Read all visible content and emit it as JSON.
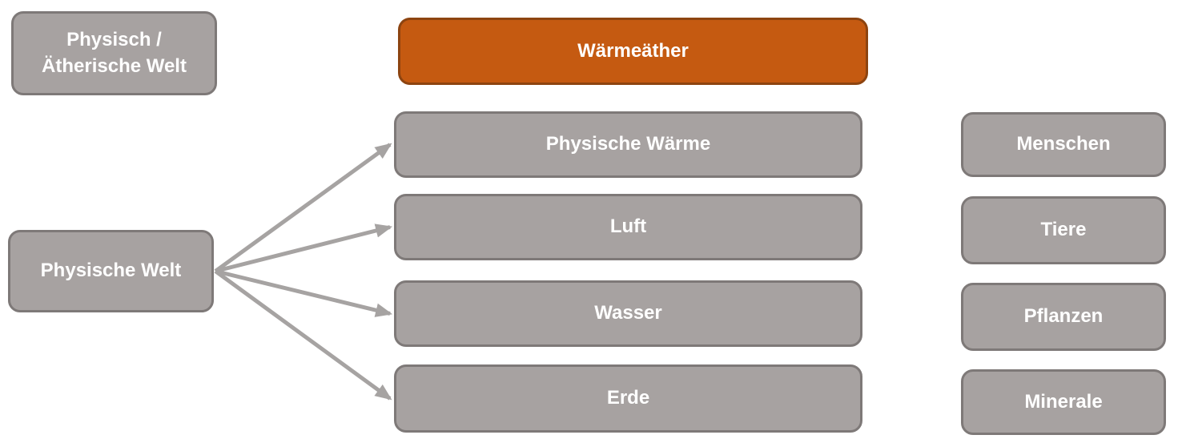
{
  "diagram": {
    "nodes": {
      "physisch_aetherische_welt": {
        "label": "Physisch / Ätherische Welt"
      },
      "physische_welt": {
        "label": "Physische Welt"
      },
      "waermeaether": {
        "label": "Wärmeäther",
        "highlighted": true
      },
      "physische_waerme": {
        "label": "Physische Wärme"
      },
      "luft": {
        "label": "Luft"
      },
      "wasser": {
        "label": "Wasser"
      },
      "erde": {
        "label": "Erde"
      },
      "menschen": {
        "label": "Menschen"
      },
      "tiere": {
        "label": "Tiere"
      },
      "pflanzen": {
        "label": "Pflanzen"
      },
      "minerale": {
        "label": "Minerale"
      }
    },
    "connections": [
      {
        "from": "node-physische-welt",
        "to": "node-physische-waerme"
      },
      {
        "from": "node-physische-welt",
        "to": "node-luft"
      },
      {
        "from": "node-physische-welt",
        "to": "node-wasser"
      },
      {
        "from": "node-physische-welt",
        "to": "node-erde"
      }
    ],
    "colors": {
      "background": "#ffffff",
      "node_fill": "#a7a2a1",
      "node_border": "#7e7978",
      "highlight_fill": "#c55a11",
      "highlight_border": "#8d4410",
      "arrow": "#a6a3a2",
      "text": "#ffffff"
    }
  }
}
